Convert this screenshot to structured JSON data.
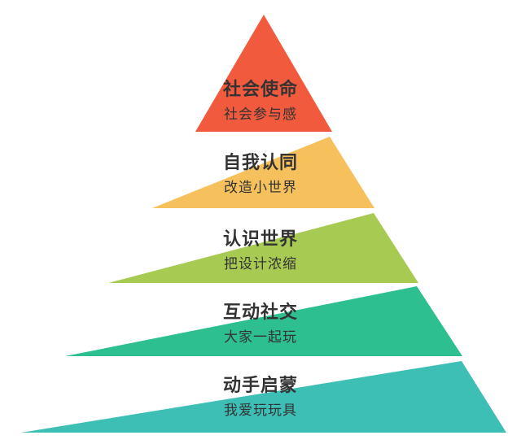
{
  "levels": [
    {
      "title": "社会使命",
      "subtitle": "社会参与感",
      "color": "#f15a3d",
      "text_color": "#333333"
    },
    {
      "title": "自我认同",
      "subtitle": "改造小世界",
      "color": "#f6c15c",
      "text_color": "#333333"
    },
    {
      "title": "认识世界",
      "subtitle": "把设计浓缩",
      "color": "#a7ca52",
      "text_color": "#333333"
    },
    {
      "title": "互动社交",
      "subtitle": "大家一起玩",
      "color": "#2dbf8f",
      "text_color": "#333333"
    },
    {
      "title": "动手启蒙",
      "subtitle": "我爱玩玩具",
      "color": "#3ebfb6",
      "text_color": "#333333"
    }
  ]
}
